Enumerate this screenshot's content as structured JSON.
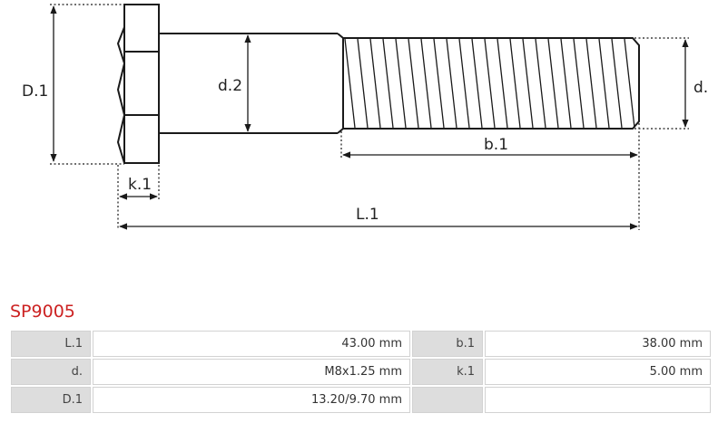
{
  "labels": {
    "D1": "D.1",
    "d2": "d.2",
    "d": "d.",
    "b1": "b.1",
    "k1": "k.1",
    "L1": "L.1"
  },
  "part_number": "SP9005",
  "specs": [
    [
      {
        "label": "L.1",
        "value": "43.00 mm"
      },
      {
        "label": "b.1",
        "value": "38.00 mm"
      }
    ],
    [
      {
        "label": "d.",
        "value": "M8x1.25 mm"
      },
      {
        "label": "k.1",
        "value": "5.00 mm"
      }
    ],
    [
      {
        "label": "D.1",
        "value": "13.20/9.70 mm"
      },
      {
        "label": "",
        "value": ""
      }
    ]
  ]
}
